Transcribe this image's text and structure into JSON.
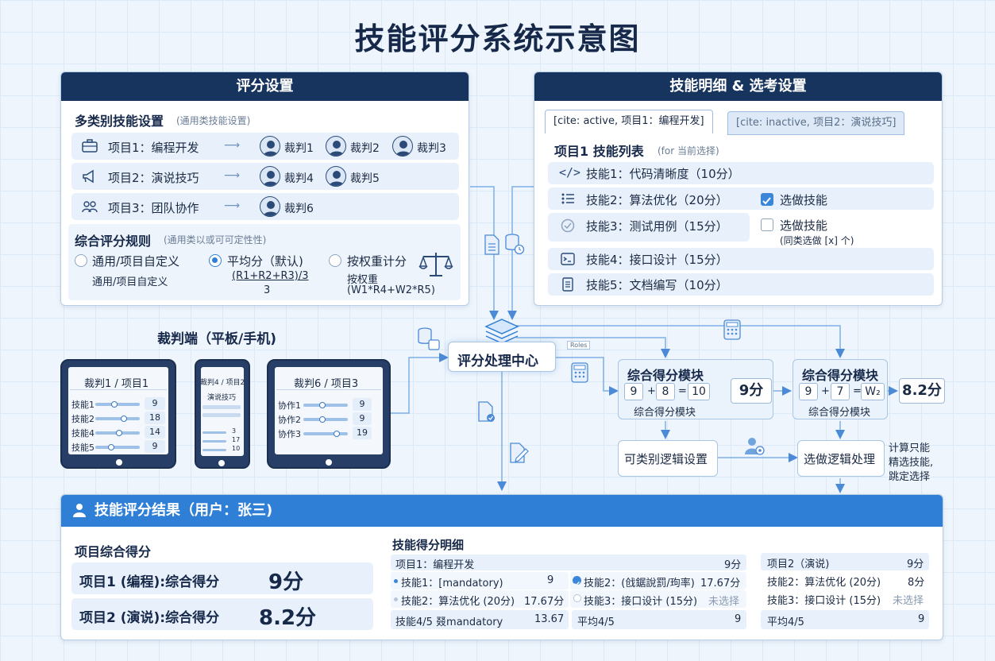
{
  "title": "技能评分系统示意图",
  "settings": {
    "header": "评分设置",
    "multi_title": "多类别技能设置",
    "multi_hint": "(通用类技能设置)",
    "projects": [
      {
        "label": "项目1：编程开发",
        "judges": [
          "裁判1",
          "裁判2",
          "裁判3"
        ]
      },
      {
        "label": "项目2：演说技巧",
        "judges": [
          "裁判4",
          "裁判5"
        ]
      },
      {
        "label": "项目3：团队协作",
        "judges": [
          "裁判6"
        ]
      }
    ],
    "rules_title": "综合评分规则",
    "rules_hint": "(通用类以或可可定性性)",
    "rule1": {
      "label": "通用/项目自定义",
      "sub": "通用/项目自定义"
    },
    "rule2": {
      "label": "平均分（默认)",
      "formula_top": "(R1+R2+R3)/3",
      "formula_bottom": "3"
    },
    "rule3": {
      "label": "按权重计分",
      "sub1": "按权重",
      "sub2": "(W1*R4+W2*R5)"
    }
  },
  "details": {
    "header": "技能明细 & 选考设置",
    "tab_active": "[cite: active, 项目1：编程开发]",
    "tab_inactive": "[cite: inactive, 项目2：演说技巧]",
    "list_title": "项目1 技能列表",
    "list_hint": "(for 当前选择)",
    "skills": [
      {
        "label": "技能1：代码清晰度（10分）"
      },
      {
        "label": "技能2：算法优化（20分）"
      },
      {
        "label": "技能3：测试用例（15分）"
      },
      {
        "label": "技能4：接口设计（15分）"
      },
      {
        "label": "技能5：文档编写（10分）"
      }
    ],
    "elective_label": "选做技能",
    "elective_label2": "选做技能",
    "elective_note": "(同类选做 [x] 个)"
  },
  "judge_side": {
    "title": "裁判端（平板/手机)",
    "tablet1": {
      "title": "裁判1 / 项目1",
      "rows": [
        {
          "k": "技能1",
          "v": "9"
        },
        {
          "k": "技能2",
          "v": "18"
        },
        {
          "k": "技能4",
          "v": "14"
        },
        {
          "k": "技能5",
          "v": "9"
        }
      ]
    },
    "phone": {
      "title": "裁判4 / 项目2",
      "sub": "演说技巧",
      "vals": [
        "3",
        "17",
        "10"
      ]
    },
    "tablet2": {
      "title": "裁判6 / 项目3",
      "rows": [
        {
          "k": "协作1",
          "v": "9"
        },
        {
          "k": "协作2",
          "v": "9"
        },
        {
          "k": "协作3",
          "v": "19"
        }
      ]
    }
  },
  "center": {
    "label": "评分处理中心",
    "roles_tag": "Roles"
  },
  "module1": {
    "title": "综合得分模块",
    "a": "9",
    "op1": "+",
    "b": "8",
    "eq": "=",
    "sum": "10",
    "result": "9分",
    "sub": "综合得分模块"
  },
  "module2": {
    "title": "综合得分模块",
    "a": "9",
    "op1": "+",
    "b": "7",
    "eq": "=",
    "sum": "W₂",
    "result": "8.2分",
    "sub": "综合得分模块"
  },
  "logic1": "可类别逻辑设置",
  "logic2": "选做逻辑处理",
  "logic_note": [
    "计算只能",
    "精选技能,",
    "跳定选择"
  ],
  "results": {
    "header": "技能评分结果（用户：张三)",
    "overall_title": "项目综合得分",
    "p1_label": "项目1 (编程):综合得分",
    "p1_score": "9分",
    "p2_label": "项目2 (演说):综合得分",
    "p2_score": "8.2分",
    "detail_title": "技能得分明细",
    "g1": {
      "title": "项目1：编程开发",
      "score": "9分",
      "r1a": "技能1：[mandatory)",
      "r1a_v": "9",
      "r1b": "技能2：(戗鋸說罰/玽率)",
      "r1b_v": "17.67分",
      "r2a": "技能2：算法优化 (20分)",
      "r2a_v": "17.67分",
      "r2b": "技能3：接口设计 (15分)",
      "r2b_v": "未选择",
      "r3a": "技能4/5 叕mandatory",
      "r3a_v": "13.67",
      "r3b": "平均4/5",
      "r3b_v": "9"
    },
    "g2": {
      "title": "项目2（演说)",
      "score": "9分",
      "r1": "技能2：算法优化 (20分)",
      "r1_v": "8分",
      "r2": "技能3：接口设计 (15分)",
      "r2_v": "未选择",
      "r3": "平均4/5",
      "r3_v": "9"
    }
  }
}
